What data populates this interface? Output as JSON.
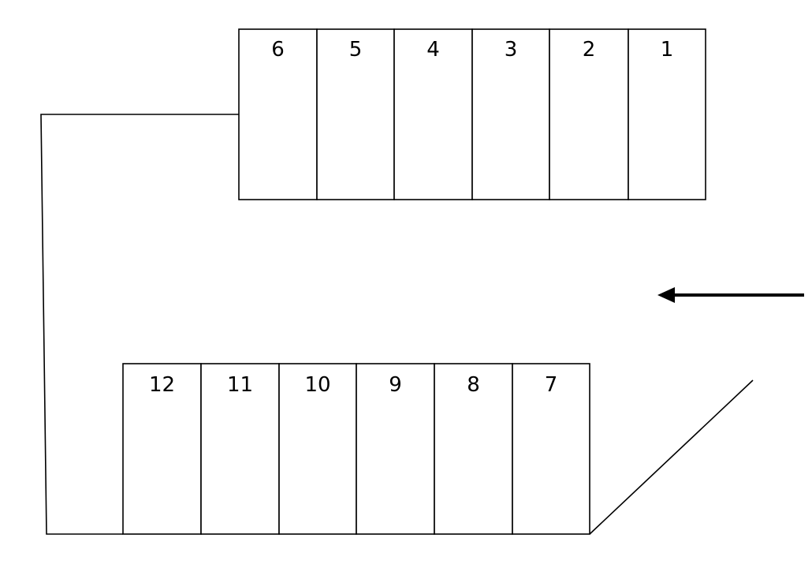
{
  "diagram": {
    "top_row": {
      "stalls": [
        "6",
        "5",
        "4",
        "3",
        "2",
        "1"
      ]
    },
    "bottom_row": {
      "stalls": [
        "12",
        "11",
        "10",
        "9",
        "8",
        "7"
      ]
    },
    "colors": {
      "line": "#000000",
      "background": "#ffffff"
    },
    "icons": {
      "entrance_arrow": "arrow-left-icon"
    }
  }
}
